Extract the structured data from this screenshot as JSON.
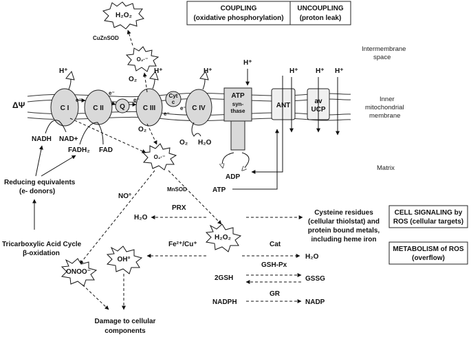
{
  "boxes": {
    "coupling_1": "COUPLING",
    "coupling_2": "(oxidative phosphorylation)",
    "uncoupling_1": "UNCOUPLING",
    "uncoupling_2": "(proton leak)",
    "cell_signaling_1": "CELL SIGNALING by",
    "cell_signaling_2": "ROS (cellular targets)",
    "metabolism_1": "METABOLISM of ROS",
    "metabolism_2": "(overflow)"
  },
  "compartments": {
    "intermembrane_1": "Intermembrane",
    "intermembrane_2": "space",
    "inner_1": "Inner",
    "inner_2": "mitochondrial",
    "inner_3": "membrane",
    "matrix": "Matrix"
  },
  "complexes": {
    "c1": "C I",
    "c2": "C II",
    "q": "Q",
    "c3": "C III",
    "cytc_1": "Cyt",
    "cytc_2": "c",
    "c4": "C IV",
    "atp_1": "ATP",
    "atp_2": "syn-",
    "atp_3": "thase",
    "ant": "ANT",
    "ucp_1": "av",
    "ucp_2": "UCP"
  },
  "labels": {
    "delta_psi": "ΔΨ",
    "h_plus": "H⁺",
    "e_minus": "e⁻",
    "o2": "O₂",
    "h2o": "H₂O",
    "nadh": "NADH",
    "nad": "NAD+",
    "fadh2": "FADH₂",
    "fad": "FAD",
    "adp": "ADP",
    "atp": "ATP",
    "cuznsod": "CuZnSOD",
    "mnsod": "MnSOD",
    "h2o2": "H₂O₂",
    "superoxide": "O₂·⁻",
    "no": "NO°",
    "prx": "PRX",
    "fe_cu": "Fe²⁺/Cu⁺",
    "oh": "OH°",
    "onoo": "ONOO⁻",
    "cat": "Cat",
    "gshpx": "GSH-Px",
    "gsh": "2GSH",
    "gssg": "GSSG",
    "gr": "GR",
    "nadph": "NADPH",
    "nadp": "NADP",
    "reducing_1": "Reducing equivalents",
    "reducing_2": "(e- donors)",
    "tca_1": "Tricarboxylic Acid Cycle",
    "tca_2": "β-oxidation",
    "cysteine_1": "Cysteine residues",
    "cysteine_2": "(cellular thiolstat) and",
    "cysteine_3": "protein bound metals,",
    "cysteine_4": "including heme iron",
    "damage_1": "Damage to cellular",
    "damage_2": "components"
  }
}
